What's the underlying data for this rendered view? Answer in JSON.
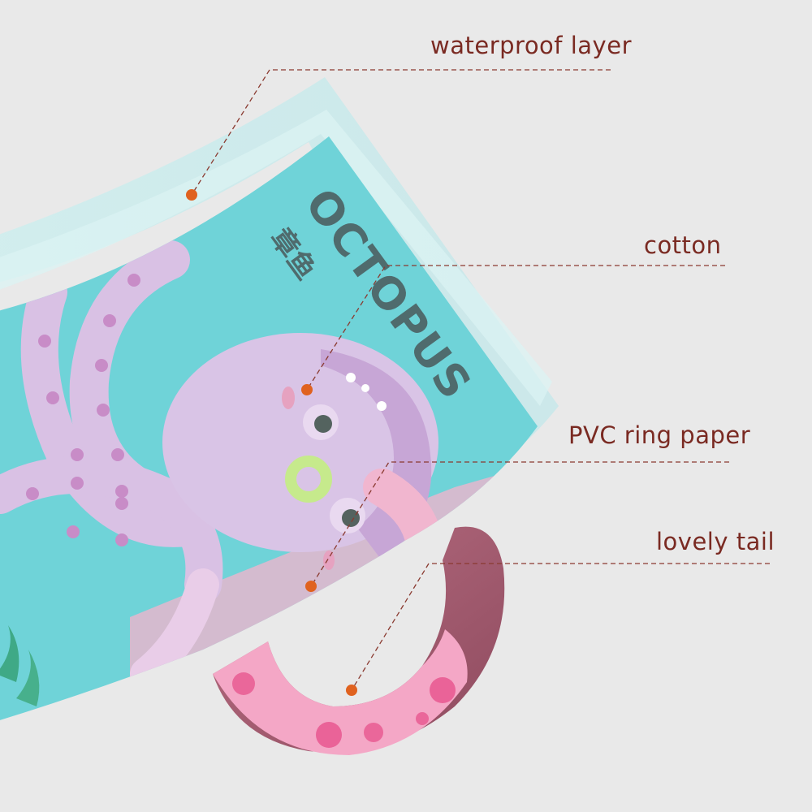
{
  "callouts": {
    "waterproof_layer": "waterproof layer",
    "cotton": "cotton",
    "pvc_ring_paper": "PVC ring paper",
    "lovely_tail": "lovely tail"
  },
  "book": {
    "title_en": "OCTOPUS",
    "title_cn": "章鱼"
  },
  "colors": {
    "background": "#e9e9e9",
    "label_text": "#7a2a22",
    "leader_line": "#8a3a30",
    "callout_dot": "#e0621f",
    "page_cyan": "#6fd3d8",
    "octopus_lilac": "#d8c3e3",
    "tail_pink": "#f2a2c2",
    "tail_mauve": "#a65f72"
  }
}
